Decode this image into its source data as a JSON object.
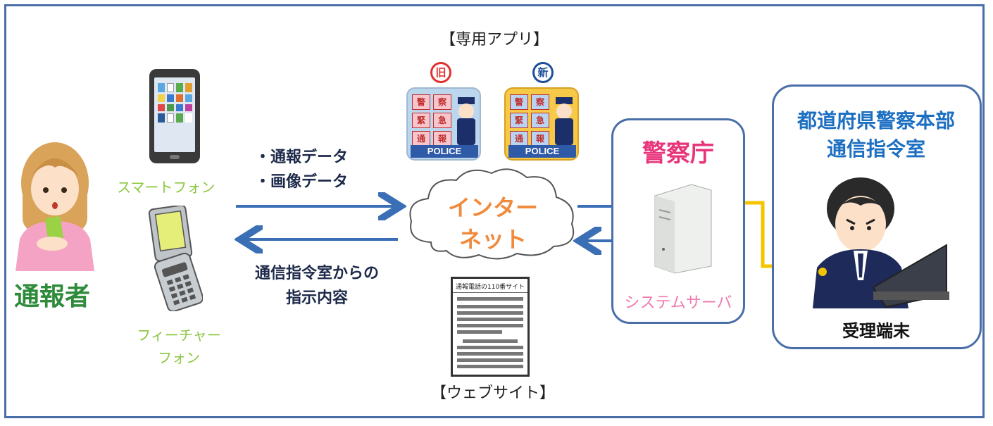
{
  "reporter": {
    "label": "通報者"
  },
  "devices": {
    "smartphone_label": "スマートフォン",
    "featurephone_label_1": "フィーチャー",
    "featurephone_label_2": "フォン"
  },
  "data_sent": {
    "line1": "・通報データ",
    "line2": "・画像データ"
  },
  "instructions": {
    "line1": "通信指令室からの",
    "line2": "指示内容"
  },
  "app": {
    "title": "【専用アプリ】",
    "old_badge": "旧",
    "new_badge": "新",
    "tiles": [
      "警",
      "察",
      "緊",
      "急",
      "通",
      "報"
    ],
    "police_text": "POLICE"
  },
  "internet": {
    "line1": "インター",
    "line2": "ネット"
  },
  "website": {
    "title": "【ウェブサイト】",
    "header": "通報電話の110番サイト"
  },
  "npa": {
    "title": "警察庁",
    "server_label": "システムサーバ"
  },
  "hq": {
    "title_1": "都道府県警察本部",
    "title_2": "通信指令室",
    "terminal_label": "受理端末"
  },
  "colors": {
    "frame": "#4a6fa8",
    "arrow": "#3a6fb5",
    "green_label": "#2e8b3a",
    "device_label": "#8cc63f",
    "internet_text": "#f08a3c",
    "npa_title": "#e8347a",
    "server_label": "#f07ab0",
    "hq_title": "#1d6fc2",
    "connector": "#f5c400"
  }
}
